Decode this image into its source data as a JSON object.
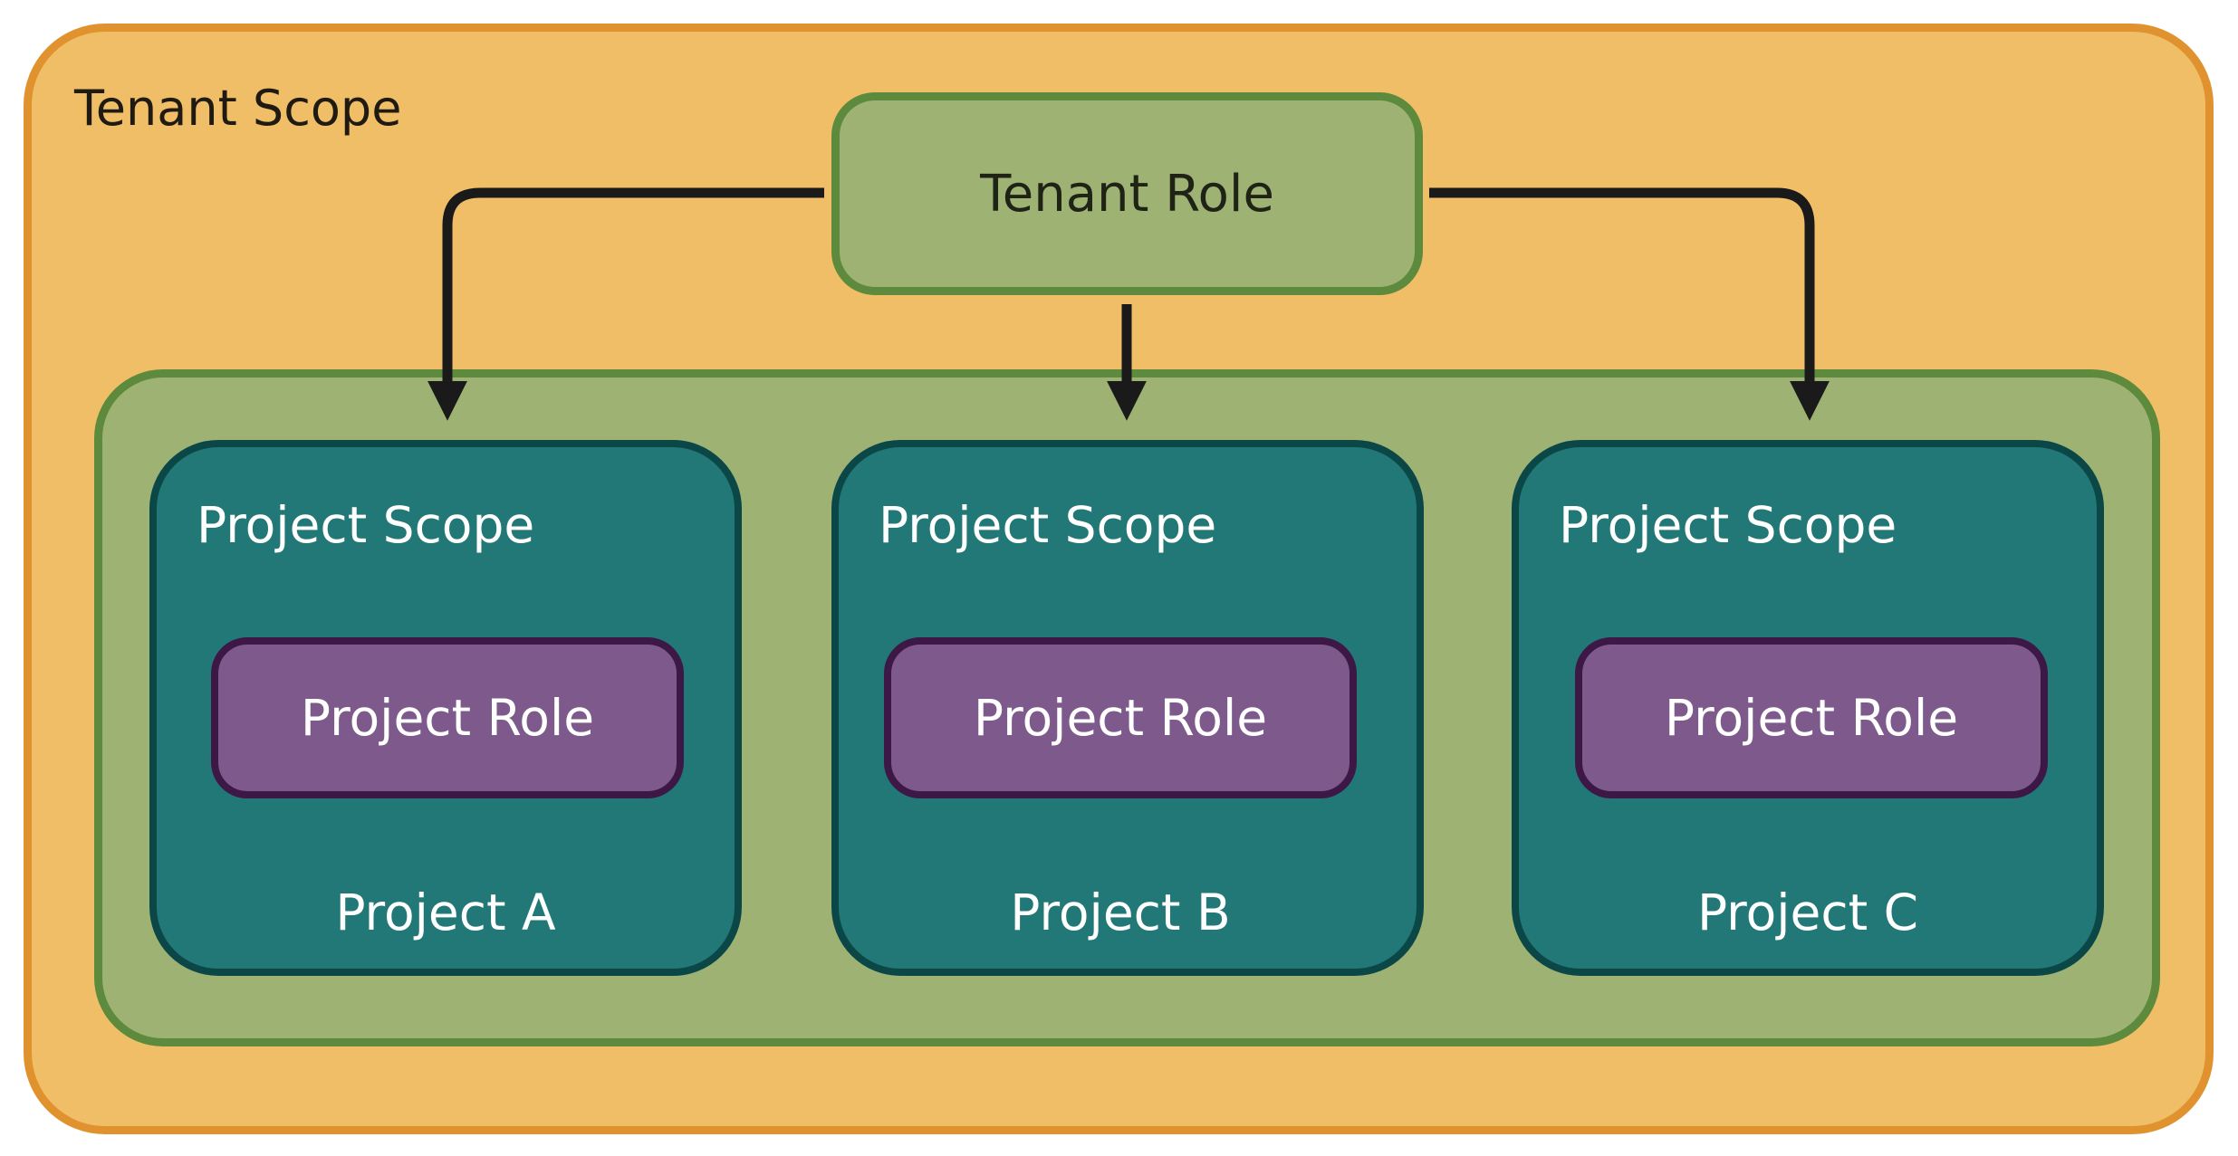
{
  "tenant_scope": {
    "label": "Tenant Scope"
  },
  "tenant_role": {
    "label": "Tenant Role"
  },
  "projects": [
    {
      "scope_label": "Project Scope",
      "role_label": "Project Role",
      "name": "Project A"
    },
    {
      "scope_label": "Project Scope",
      "role_label": "Project Role",
      "name": "Project B"
    },
    {
      "scope_label": "Project Scope",
      "role_label": "Project Role",
      "name": "Project C"
    }
  ],
  "colors": {
    "tenant_scope_fill": "#f0be66",
    "tenant_scope_border": "#e0922e",
    "green_fill": "#9eb274",
    "green_border": "#5d8a3c",
    "project_scope_fill": "#217877",
    "project_scope_border": "#0b4747",
    "project_role_fill": "#7d5a8b",
    "project_role_border": "#3d1847",
    "arrow": "#1a1a1a"
  }
}
